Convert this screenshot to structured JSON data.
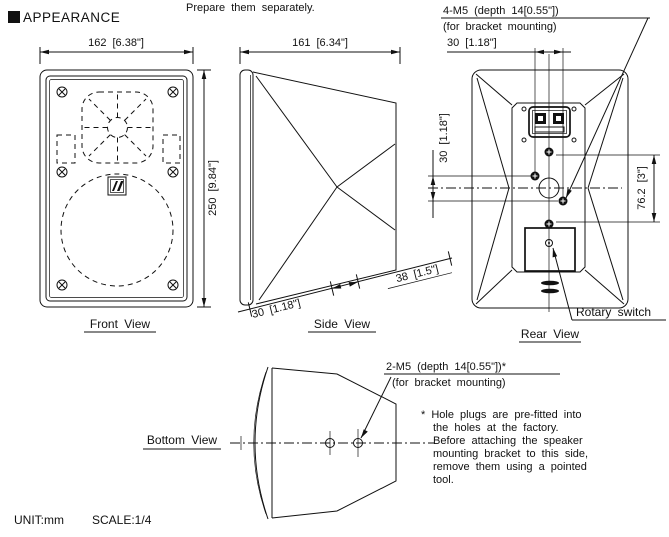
{
  "header": {
    "section_title": "APPEARANCE",
    "note_top": "Prepare them separately."
  },
  "views": {
    "front": {
      "label": "Front View",
      "dim_width": "162 [6.38\"]",
      "dim_height": "250 [9.84\"]"
    },
    "side": {
      "label": "Side View",
      "dim_width": "161 [6.34\"]",
      "dim_bottom_front": "30 [1.18\"]",
      "dim_bottom_rear": "38 [1.5\"]"
    },
    "rear": {
      "label": "Rear View",
      "screw_note_line1": "4-M5 (depth 14[0.55\"])",
      "screw_note_line2": "(for bracket mounting)",
      "dim_top": "30 [1.18\"]",
      "dim_left": "30 [1.18\"]",
      "dim_right": "76.2 [3\"]",
      "rotary_switch_label": "Rotary switch"
    },
    "bottom": {
      "label": "Bottom View",
      "screw_note_line1": "2-M5 (depth 14[0.55\"])*",
      "screw_note_line2": "(for bracket mounting)"
    }
  },
  "footnote": {
    "lines": [
      "* Hole plugs are pre-fitted into",
      "the holes at the factory.",
      "Before attaching the speaker",
      "mounting bracket to this side,",
      "remove them using a pointed",
      "tool."
    ]
  },
  "footer": {
    "unit": "UNIT:mm",
    "scale": "SCALE:1/4"
  }
}
